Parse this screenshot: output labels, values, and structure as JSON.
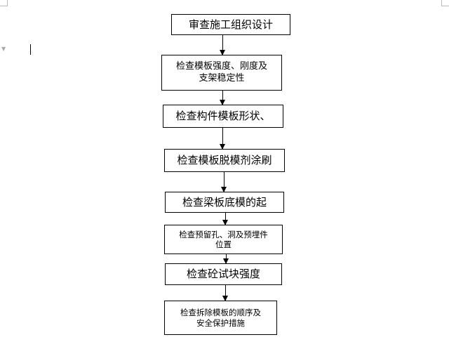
{
  "flowchart": {
    "steps": [
      {
        "lines": [
          "审查施工组织设计"
        ]
      },
      {
        "lines": [
          "检查模板强度、刚度及",
          "支架稳定性"
        ]
      },
      {
        "lines": [
          "检查构件模板形状、"
        ]
      },
      {
        "lines": [
          "检查模板脱模剂涂刷"
        ]
      },
      {
        "lines": [
          "检查梁板底模的起"
        ]
      },
      {
        "lines": [
          "检查预留孔、洞及预埋件",
          "位置"
        ]
      },
      {
        "lines": [
          "检查砼试块强度"
        ]
      },
      {
        "lines": [
          "检查拆除模板的顺序及",
          "安全保护措施"
        ]
      }
    ]
  }
}
